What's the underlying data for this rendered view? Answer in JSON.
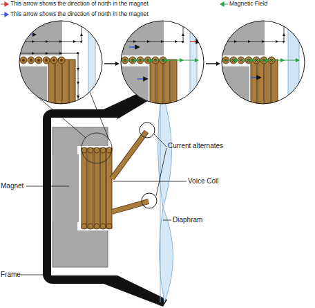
{
  "diagram": {
    "labels": [
      "Current alternates",
      "Voice Coil",
      "Magnet",
      "Diaphram",
      "Frame"
    ],
    "legend": [
      {
        "text": "This arrow shows the direction of north in the magnet"
      },
      {
        "text": "Magnetic Field"
      },
      {
        "text": "This arrow shows the direction of north in the magnet"
      }
    ]
  }
}
